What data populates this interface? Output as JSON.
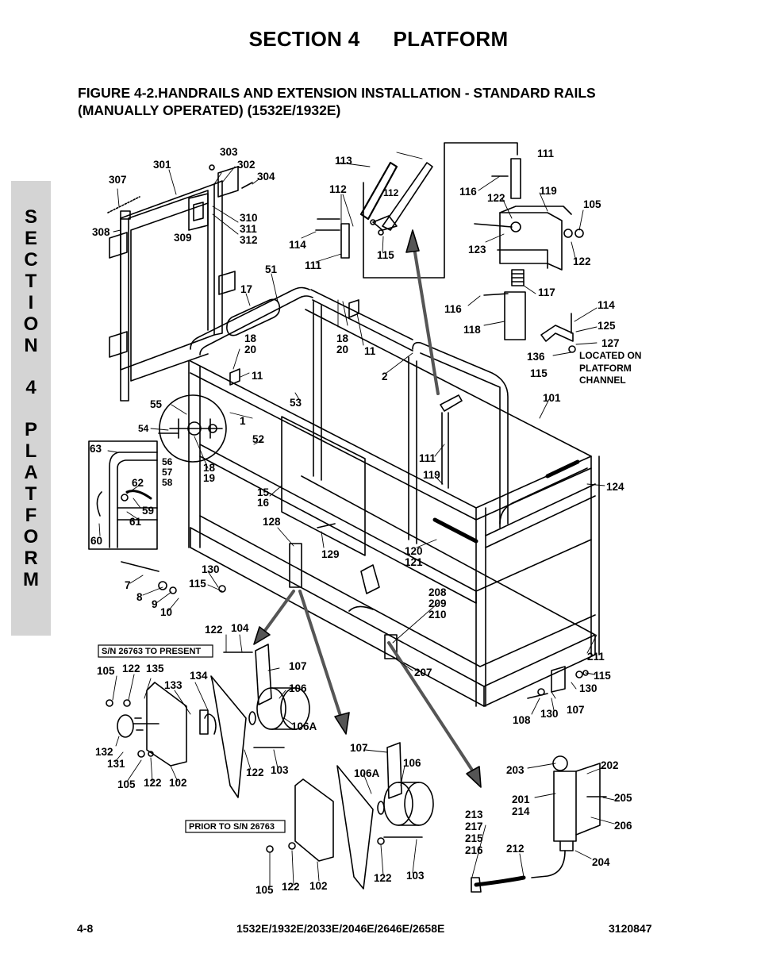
{
  "header": {
    "section_number": "SECTION 4",
    "section_name": "PLATFORM",
    "figure_title_line1": "FIGURE 4-2.HANDRAILS AND EXTENSION INSTALLATION - STANDARD RAILS",
    "figure_title_line2": "(MANUALLY OPERATED) (1532E/1932E)"
  },
  "side_tab": {
    "letters": [
      "S",
      "E",
      "C",
      "T",
      "I",
      "O",
      "N",
      "4",
      "P",
      "L",
      "A",
      "T",
      "F",
      "O",
      "R",
      "M"
    ]
  },
  "notes": {
    "located_line1": "LOCATED ON",
    "located_line2": "PLATFORM",
    "located_line3": "CHANNEL",
    "sn_present": "S/N 26763 TO PRESENT",
    "sn_prior": "PRIOR TO S/N 26763"
  },
  "callouts": [
    "303",
    "301",
    "302",
    "304",
    "307",
    "308",
    "309",
    "310",
    "311",
    "312",
    "51",
    "17",
    "18",
    "20",
    "11",
    "113",
    "112",
    "112",
    "114",
    "115",
    "111",
    "111",
    "116",
    "122",
    "119",
    "105",
    "123",
    "122",
    "117",
    "116",
    "118",
    "114",
    "125",
    "127",
    "136",
    "115",
    "2",
    "101",
    "55",
    "54",
    "1",
    "53",
    "52",
    "63",
    "56",
    "57",
    "58",
    "62",
    "59",
    "61",
    "60",
    "18",
    "19",
    "15",
    "16",
    "128",
    "129",
    "111",
    "119",
    "124",
    "120",
    "121",
    "7",
    "8",
    "9",
    "10",
    "130",
    "115",
    "208",
    "209",
    "210",
    "122",
    "104",
    "211",
    "207",
    "107",
    "106",
    "106A",
    "105",
    "122",
    "135",
    "133",
    "134",
    "132",
    "131",
    "105",
    "122",
    "102",
    "122",
    "103",
    "115",
    "130",
    "108",
    "130",
    "107",
    "107",
    "106A",
    "106",
    "203",
    "202",
    "201",
    "214",
    "205",
    "206",
    "213",
    "217",
    "215",
    "216",
    "212",
    "204",
    "105",
    "122",
    "102",
    "122",
    "103",
    "18",
    "20",
    "11"
  ],
  "footer": {
    "page": "4-8",
    "models": "1532E/1932E/2033E/2046E/2646E/2658E",
    "doc_number": "3120847"
  }
}
